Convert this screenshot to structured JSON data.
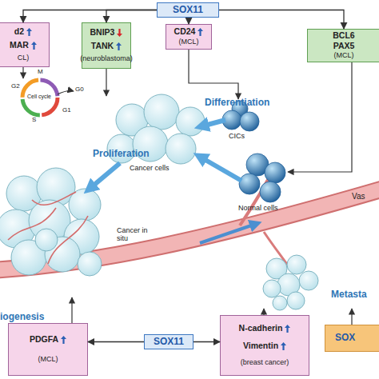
{
  "diagram": {
    "nodes": [
      {
        "text": [
          "SOX11"
        ]
      },
      {
        "text": [
          "d2",
          "MAR",
          "CL)"
        ]
      },
      {
        "text": [
          "BNIP3",
          "TANK",
          "(neuroblastoma)"
        ]
      },
      {
        "text": [
          "CD24",
          "(MCL)"
        ]
      },
      {
        "text": [
          "BCL6",
          "PAX5",
          "(MCL)"
        ]
      },
      {
        "text": [
          "PDGFA",
          "(MCL)"
        ]
      },
      {
        "text": [
          "SOX11"
        ]
      },
      {
        "text": [
          "N-cadherin",
          "Vimentin",
          "(breast cancer)"
        ]
      },
      {
        "text": [
          "SOX"
        ]
      }
    ],
    "edges": [
      {
        "from": 0,
        "to": 1,
        "arrow": "to"
      },
      {
        "from": 0,
        "to": 2,
        "arrow": "to"
      },
      {
        "from": 0,
        "to": 3,
        "arrow": "to"
      },
      {
        "from": 0,
        "to": 4,
        "arrow": "to"
      },
      {
        "from": 6,
        "to": 5,
        "arrow": "to"
      },
      {
        "from": 6,
        "to": 7,
        "arrow": "to"
      }
    ],
    "labels": [
      "M",
      "G2",
      "G0",
      "Cell cycle",
      "G1",
      "S",
      "Differentiation",
      "Cancer cells",
      "CICs",
      "Proliferation",
      "Normal cells",
      "Vas",
      "Cancer in situ",
      "Metasta",
      "iogenesis"
    ]
  }
}
